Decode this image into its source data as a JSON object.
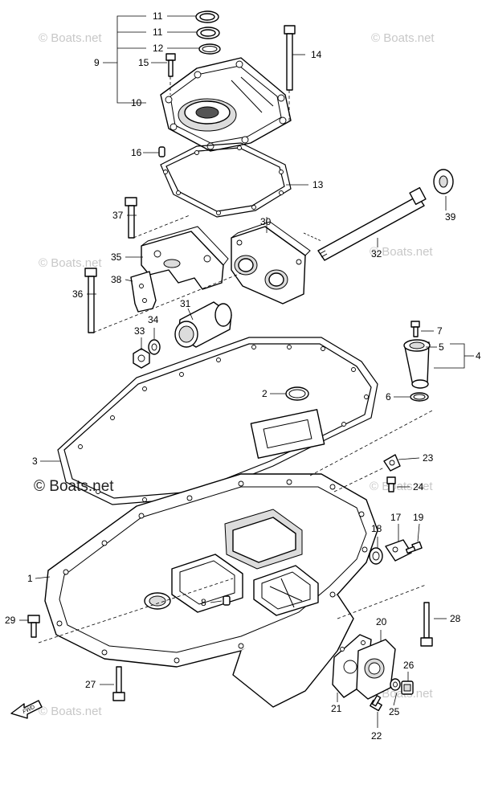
{
  "watermark": "© Boats.net",
  "fwd_label": "FWD",
  "callouts": {
    "c1": "1",
    "c2": "2",
    "c3": "3",
    "c4": "4",
    "c5": "5",
    "c6": "6",
    "c7": "7",
    "c8": "8",
    "c9": "9",
    "c10": "10",
    "c11a": "11",
    "c11b": "11",
    "c12": "12",
    "c13": "13",
    "c14": "14",
    "c15": "15",
    "c16": "16",
    "c17": "17",
    "c18": "18",
    "c19": "19",
    "c20": "20",
    "c21": "21",
    "c22": "22",
    "c23": "23",
    "c24": "24",
    "c25": "25",
    "c26": "26",
    "c27": "27",
    "c28": "28",
    "c29": "29",
    "c30": "30",
    "c31": "31",
    "c32": "32",
    "c33": "33",
    "c34": "34",
    "c35": "35",
    "c36": "36",
    "c37": "37",
    "c38": "38",
    "c39": "39"
  }
}
